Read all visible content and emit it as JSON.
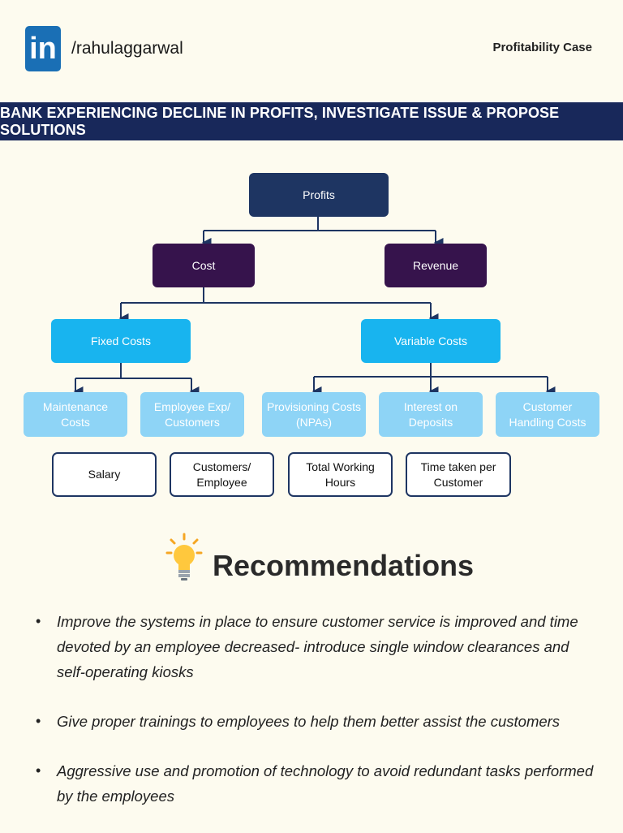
{
  "header": {
    "logo_text": "in",
    "handle": "/rahulaggarwal",
    "case_label": "Profitability Case"
  },
  "banner": {
    "title": "BANK EXPERIENCING DECLINE IN PROFITS, INVESTIGATE ISSUE & PROPOSE SOLUTIONS"
  },
  "tree": {
    "root": "Profits",
    "cost": "Cost",
    "revenue": "Revenue",
    "fixed_costs": "Fixed Costs",
    "variable_costs": "Variable Costs",
    "maintenance_costs": "Maintenance Costs",
    "employee_exp": "Employee Exp/ Customers",
    "provisioning_costs": "Provisioning Costs (NPAs)",
    "interest_on_deposits": "Interest on Deposits",
    "customer_handling": "Customer Handling Costs",
    "salary": "Salary",
    "customers_employee": "Customers/ Employee",
    "total_working_hours": "Total Working Hours",
    "time_per_customer": "Time taken per Customer"
  },
  "recommendations": {
    "title": "Recommendations",
    "icon": "lightbulb-icon",
    "bullet": "•",
    "items": [
      "Improve the systems in place to ensure customer service is improved and time devoted by an employee decreased- introduce single window clearances and self-operating kiosks",
      "Give proper trainings to employees to help them better assist the customers",
      "Aggressive use and promotion of technology to avoid redundant tasks performed by the employees"
    ]
  },
  "colors": {
    "background": "#fdfbef",
    "banner": "#18285a",
    "root_node": "#1e3562",
    "level1_node": "#36134c",
    "level2_node": "#18b4ef",
    "level3_node": "#8ed4f6",
    "connector": "#1e3562"
  }
}
